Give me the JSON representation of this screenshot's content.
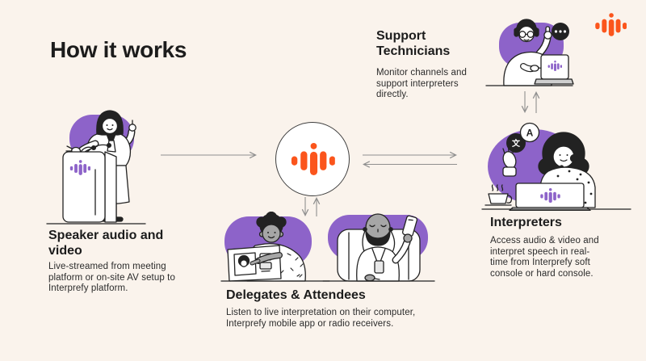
{
  "colors": {
    "background": "#FAF3EC",
    "purple": "#8D63C9",
    "orange": "#FB551C",
    "ink": "#1C1C1C",
    "arrow": "#8F8F8F",
    "skin_gray": "#A6A6A6"
  },
  "header": {
    "title": "How it works"
  },
  "brand": {
    "logo_icon": "interprefy-audio-wave-icon"
  },
  "diagram": {
    "center": {
      "icon": "interprefy-audio-wave-icon"
    },
    "nodes": {
      "speaker": {
        "heading": "Speaker audio and video",
        "body": "Live-streamed from meeting platform or on-site AV setup to Interprefy platform."
      },
      "support": {
        "heading": "Support Technicians",
        "body": "Monitor channels and support interpreters directly."
      },
      "interpreters": {
        "heading": "Interpreters",
        "body": "Access audio & video and interpret speech in real-time from Interprefy soft console or hard console."
      },
      "delegates": {
        "heading": "Delegates & Attendees",
        "body": "Listen to live interpretation on their computer, Interprefy mobile app or radio receivers."
      }
    },
    "bubbles": {
      "translate_glyph": "文",
      "letter_glyph": "A"
    },
    "connections": [
      {
        "from": "speaker",
        "to": "platform",
        "direction": "one-way"
      },
      {
        "from": "platform",
        "to": "interpreters",
        "direction": "two-way"
      },
      {
        "from": "platform",
        "to": "delegates",
        "direction": "two-way"
      },
      {
        "from": "support",
        "to": "interpreters",
        "direction": "two-way"
      }
    ]
  }
}
